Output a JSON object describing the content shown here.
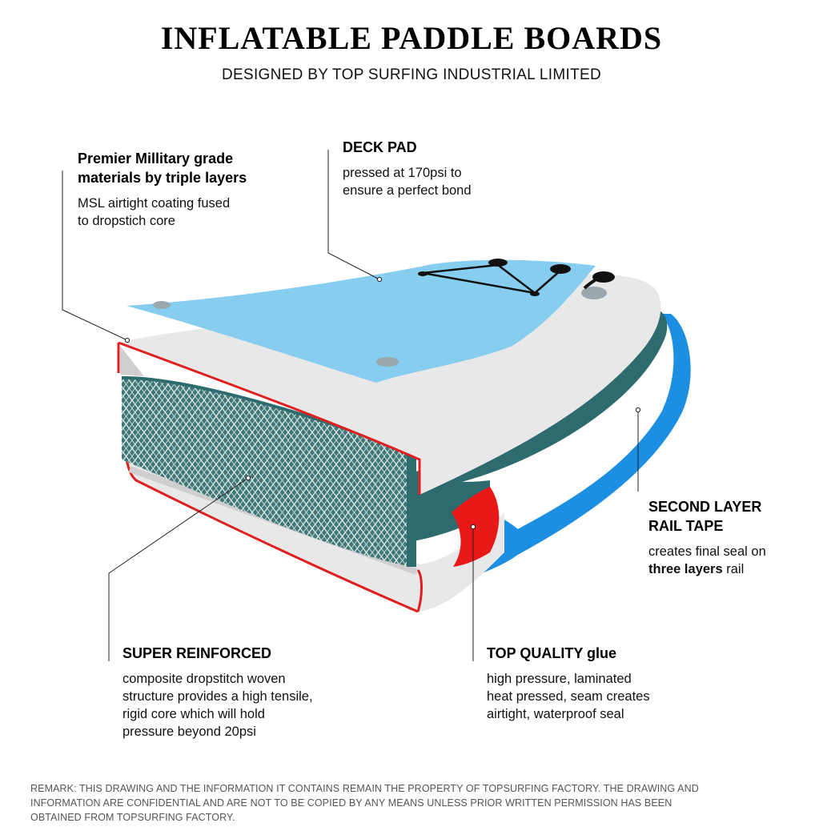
{
  "header": {
    "title": "INFLATABLE PADDLE BOARDS",
    "subtitle": "DESIGNED BY TOP SURFING INDUSTRIAL LIMITED"
  },
  "callouts": {
    "premier": {
      "head_line1": "Premier Millitary grade",
      "head_line2": "materials by triple layers",
      "body_line1": "MSL airtight coating fused",
      "body_line2": "to dropstich core"
    },
    "deck": {
      "head": "DECK PAD",
      "body_line1": "pressed at 170psi to",
      "body_line2": "ensure a perfect bond"
    },
    "rail": {
      "head_line1": "SECOND LAYER",
      "head_line2": "RAIL TAPE",
      "body_line1": "creates final seal on",
      "body_bold": "three layers",
      "body_tail": " rail"
    },
    "super": {
      "head": "SUPER REINFORCED",
      "body_line1": "composite dropstitch woven",
      "body_line2": "structure provides a high tensile,",
      "body_line3": "rigid core which will hold",
      "body_line4": "pressure beyond 20psi"
    },
    "glue": {
      "head": "TOP QUALITY glue",
      "body_line1": "high pressure, laminated",
      "body_line2": "heat pressed, seam creates",
      "body_line3": "airtight, waterproof seal"
    }
  },
  "remark": {
    "line1": "REMARK: THIS DRAWING AND THE INFORMATION IT CONTAINS REMAIN THE PROPERTY OF TOPSURFING FACTORY. THE DRAWING AND",
    "line2": "INFORMATION ARE CONFIDENTIAL AND ARE NOT TO BE COPIED BY ANY MEANS UNLESS PRIOR WRITTEN PERMISSION HAS BEEN",
    "line3": "OBTAINED FROM TOPSURFING FACTORY."
  },
  "colors": {
    "deck_pad": "#87cdef",
    "pvc_shell": "#e6e6e6",
    "rail_blue": "#1c8fe3",
    "rail_teal": "#2e6b6e",
    "core_teal": "#3f7676",
    "glue_red": "#e81818",
    "edge_red": "#e02020"
  }
}
